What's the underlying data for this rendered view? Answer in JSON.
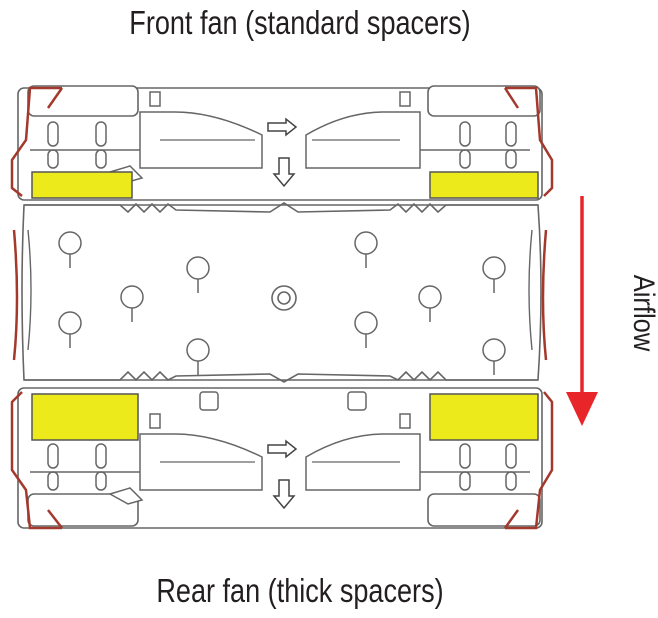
{
  "labels": {
    "top_caption": "Front fan (standard spacers)",
    "bottom_caption": "Rear fan (thick spacers)",
    "airflow": "Airflow"
  },
  "colors": {
    "spacer": "#ecea1a",
    "fan_frame": "#a3392d",
    "arrow": "#e8262a",
    "line": "#666666"
  }
}
